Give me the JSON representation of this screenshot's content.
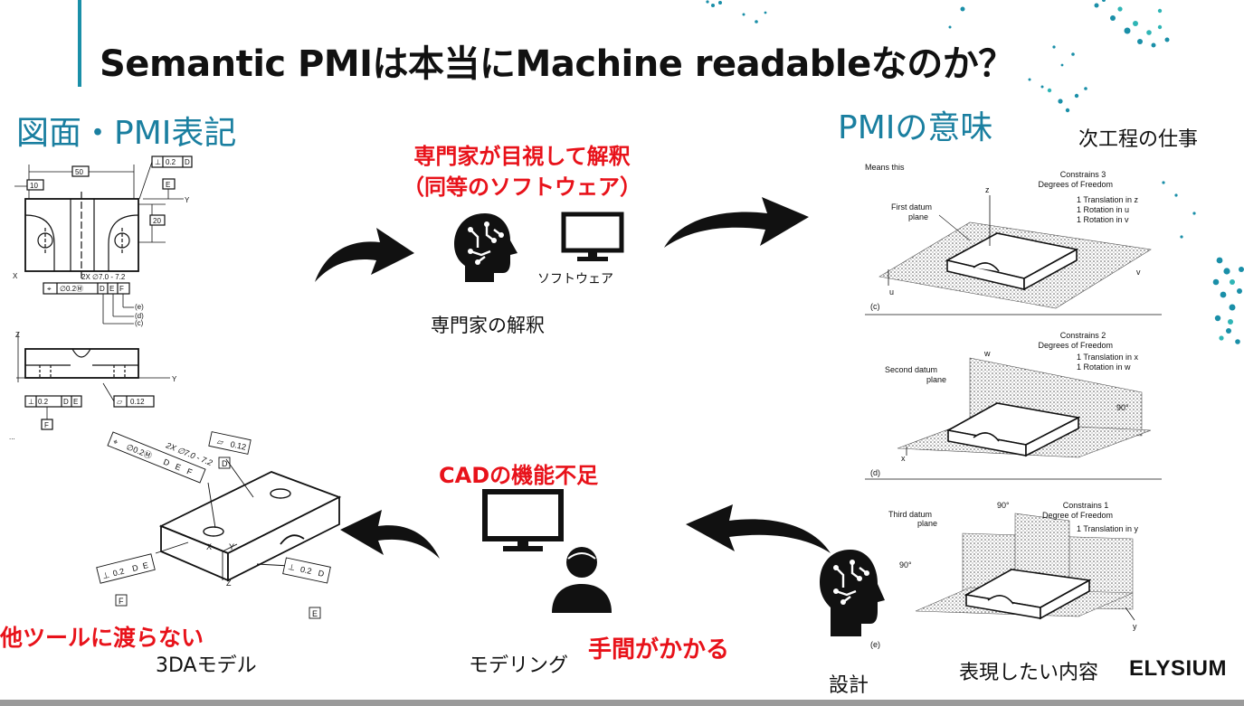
{
  "title": "Semantic PMIは本当にMachine readableなのか？",
  "left_section_title": "図面・PMI表記",
  "right_section_title": "PMIの意味",
  "next_task_label": "次工程の仕事",
  "expert_interpretation": {
    "red_line1": "専門家が目視して解釈",
    "red_line2": "（同等のソフトウェア）",
    "caption": "専門家の解釈",
    "software_label": "ソフトウェア"
  },
  "cad_shortfall_label": "CADの機能不足",
  "effort_label": "手間がかかる",
  "not_passed_label": "他ツールに渡らない",
  "model_label": "3DAモデル",
  "modeling_label": "モデリング",
  "design_label": "設計",
  "express_label": "表現したい内容",
  "logo_text": "ELYSIUM",
  "colors": {
    "accent": "#1a7fa0",
    "red": "#e8121a",
    "footer": "#9a9a9a"
  },
  "drawing": {
    "dim_50": "50",
    "dim_10": "10",
    "dim_20": "20",
    "frame_top": [
      "⊥",
      "0.2",
      "D"
    ],
    "datum_E": "E",
    "hole_note": "2X ∅7.0 - 7.2",
    "position_frame": [
      "⌖",
      "∅0.2Ⓜ",
      "D",
      "E",
      "F"
    ],
    "leaders": [
      "(e)",
      "(d)",
      "(c)"
    ],
    "frame_bottom": [
      "⊥",
      "0.2",
      "D",
      "E"
    ],
    "flatness": [
      "▱",
      "0.12"
    ],
    "datum_F": "F",
    "axes": [
      "X",
      "Y",
      "Z"
    ],
    "ellipsis": "..."
  },
  "model_annotations": {
    "flatness": [
      "▱",
      "0.12"
    ],
    "datum_D": "D",
    "hole_note": "2X ∅7.0 - 7.2",
    "position_frame": [
      "⌖",
      "∅0.2Ⓜ",
      "D",
      "E",
      "F"
    ],
    "perp_left": [
      "⊥",
      "0.2",
      "D",
      "E"
    ],
    "datum_F": "F",
    "perp_right": [
      "⊥",
      "0.2",
      "D"
    ],
    "datum_E": "E",
    "axes": [
      "X",
      "Y",
      "Z"
    ]
  },
  "meaning_panels": {
    "header": "Means this",
    "panels": [
      {
        "plane": [
          "First  datum",
          "plane"
        ],
        "dof_title": [
          "Constrains  3",
          "Degrees of Freedom"
        ],
        "dof_lines": [
          "1 Translation in z",
          "1 Rotation in u",
          "1 Rotation in v"
        ],
        "axes": [
          "z",
          "u",
          "v"
        ],
        "tag": "(c)"
      },
      {
        "plane": [
          "Second  datum",
          "plane"
        ],
        "dof_title": [
          "Constrains  2",
          "Degrees of Freedom"
        ],
        "dof_lines": [
          "1 Translation in x",
          "1 Rotation in w"
        ],
        "axes": [
          "w",
          "x"
        ],
        "angle": "90°",
        "tag": "(d)"
      },
      {
        "plane": [
          "Third  datum",
          "plane"
        ],
        "dof_title": [
          "Constrains  1",
          "Degree of Freedom"
        ],
        "dof_lines": [
          "1 Translation in y"
        ],
        "axes": [
          "y"
        ],
        "angles": [
          "90°",
          "90°"
        ],
        "tag": "(e)"
      }
    ]
  }
}
